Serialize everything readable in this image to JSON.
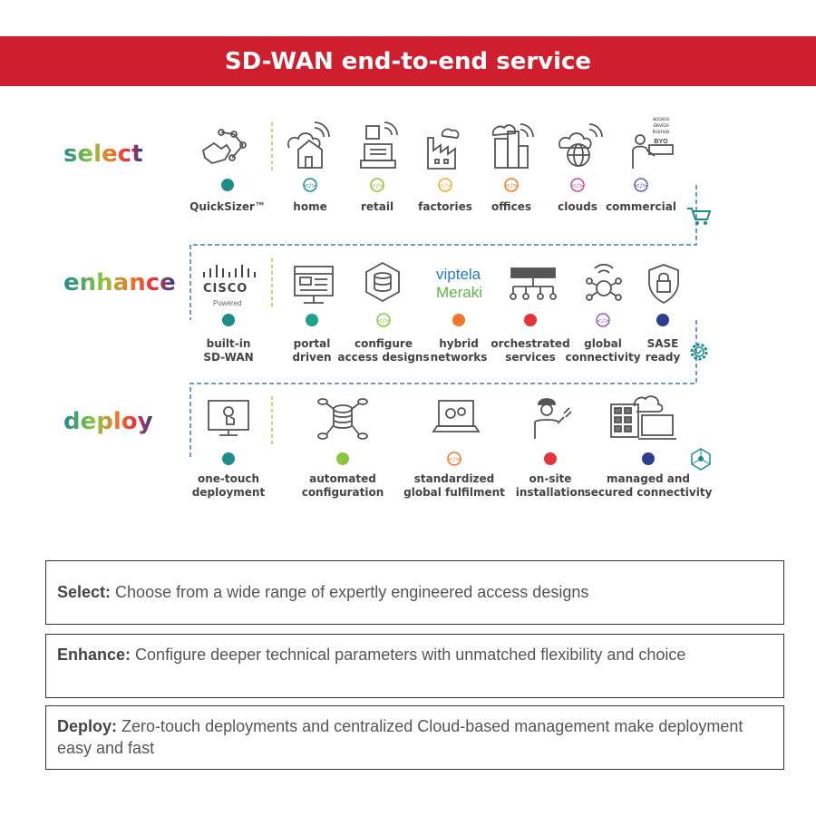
{
  "title": "SD-WAN end-to-end service",
  "stages": {
    "select": {
      "label": "select",
      "steps": [
        "QuickSizer™",
        "home",
        "retail",
        "factories",
        "offices",
        "clouds",
        "commercial"
      ]
    },
    "enhance": {
      "label": "enhance",
      "steps": [
        [
          "built-in",
          "SD-WAN"
        ],
        [
          "portal",
          "driven"
        ],
        [
          "configure",
          "access designs"
        ],
        [
          "hybrid",
          "networks"
        ],
        [
          "orchestrated",
          "services"
        ],
        [
          "global",
          "connectivity"
        ],
        [
          "SASE",
          "ready"
        ]
      ],
      "vendors": {
        "viptela": "viptela",
        "meraki": "Meraki",
        "cisco": "CISCO",
        "cisco_sub": "Powered"
      }
    },
    "deploy": {
      "label": "deploy",
      "steps": [
        [
          "one-touch",
          "deployment"
        ],
        [
          "automated",
          "configuration"
        ],
        [
          "standardized",
          "global fulfilment"
        ],
        [
          "on-site",
          "installation"
        ],
        [
          "managed and",
          "secured connectivity"
        ]
      ]
    }
  },
  "byo_icon_text": [
    "access",
    "device",
    "license",
    "BYO"
  ],
  "descriptions": {
    "select": {
      "heading": "Select:",
      "text": "Choose from a wide range of expertly engineered access designs"
    },
    "enhance": {
      "heading": "Enhance:",
      "text": "Configure deeper technical parameters with unmatched flexibility and choice"
    },
    "deploy": {
      "heading": "Deploy:",
      "text": "Zero-touch deployments and centralized Cloud-based management make deployment easy and fast"
    }
  },
  "colors": {
    "brand_red": "#cf1f2e",
    "teal": "#1f8c8c",
    "green": "#8cc63f",
    "orange": "#f0772b",
    "red": "#e5343c",
    "purple": "#9b59b6",
    "navy": "#2d3e8f"
  },
  "icons": {
    "select": [
      "touch-network-icon",
      "home-wifi-icon",
      "retail-register-icon",
      "factory-icon",
      "office-buildings-icon",
      "cloud-globe-icon",
      "byo-license-icon"
    ],
    "enhance": [
      "cisco-logo",
      "portal-screen-icon",
      "configure-server-icon",
      "viptela-meraki-logo",
      "orchestration-switch-icon",
      "global-wifi-icon",
      "security-lock-icon"
    ],
    "deploy": [
      "touch-screen-icon",
      "automated-database-icon",
      "laptop-gears-icon",
      "technician-icon",
      "managed-cloud-icon"
    ]
  }
}
